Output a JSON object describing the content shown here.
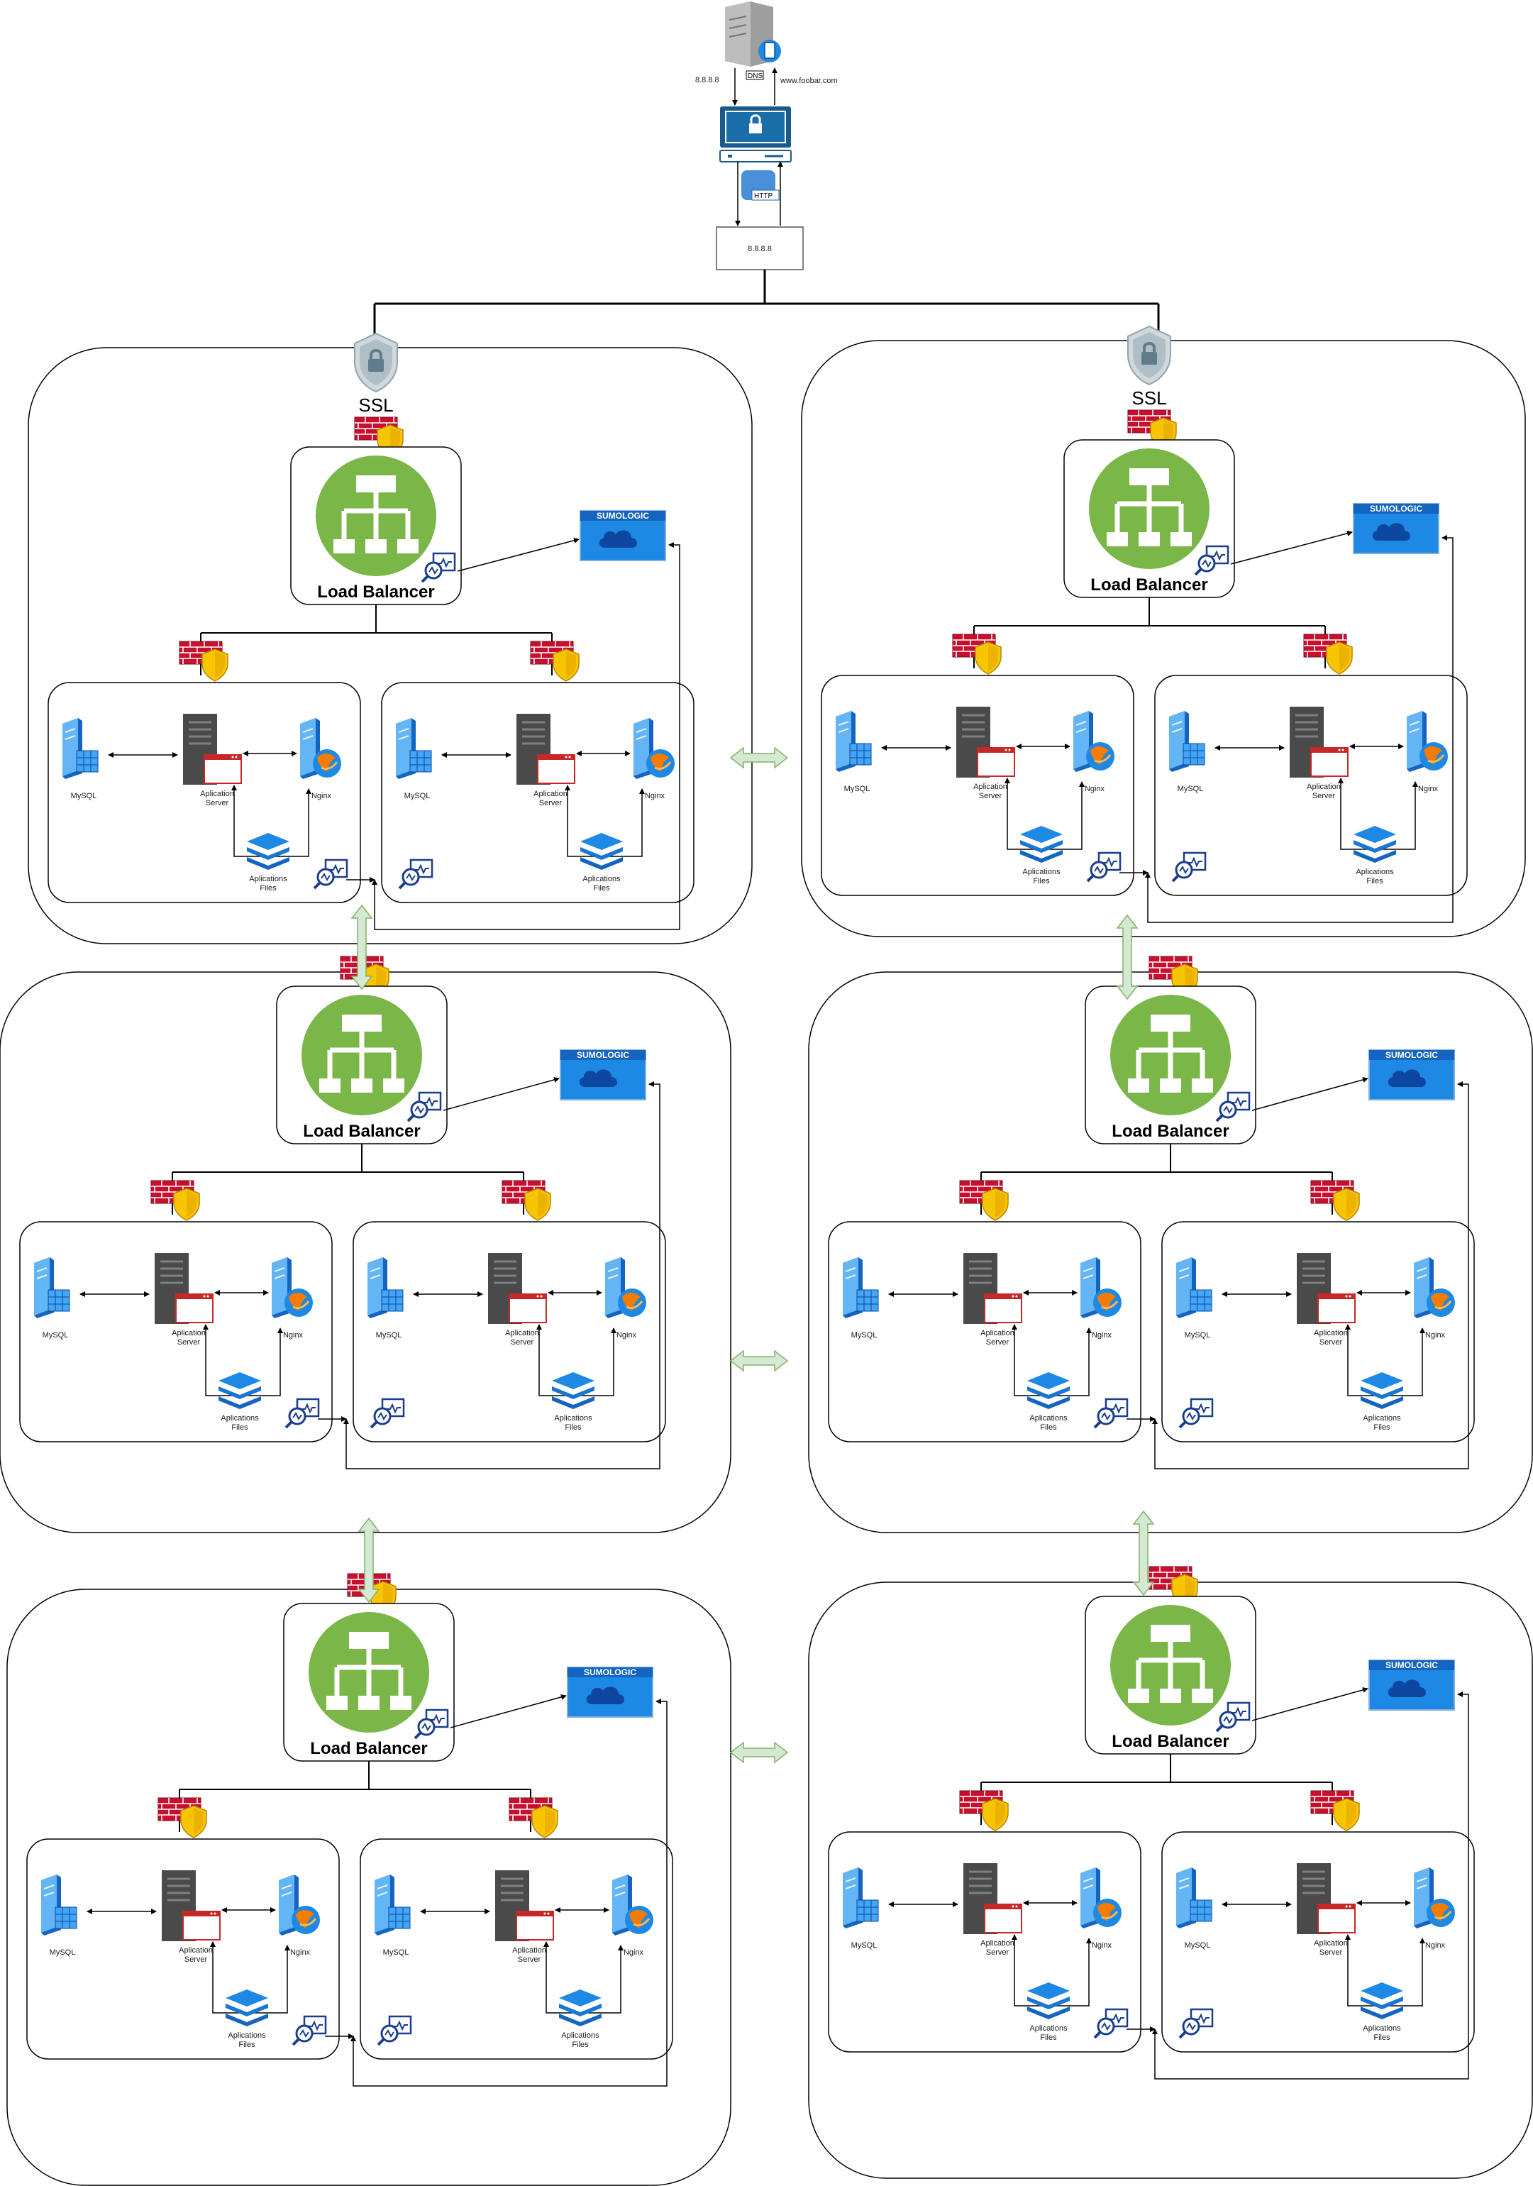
{
  "top": {
    "ip_left": "8.8.8.8",
    "dns_label": "DNS",
    "domain": "www.foobar.com",
    "http_label": "HTTP",
    "box_ip": "8.8.8.8"
  },
  "ssl_label": "SSL",
  "lb_label": "Load Balancer",
  "sumo_label": "SUMOLOGIC",
  "node": {
    "mysql_label": "MySQL",
    "app_server_label_1": "Aplication",
    "app_server_label_2": "Server",
    "nginx_label": "Nginx",
    "files_label_1": "Aplications",
    "files_label_2": "Files"
  },
  "colors": {
    "green_lb": "#7ab648",
    "sumo_blue": "#1e88e5",
    "firewall_red": "#c8102e",
    "shield_yellow": "#f7c600",
    "server_dark": "#4a4a4a",
    "bidirectional_arrow": "#d5e8d4"
  },
  "icons": [
    "server-dns-icon",
    "lock-monitor-icon",
    "http-icon",
    "ssl-shield-icon",
    "firewall-icon",
    "load-balancer-icon",
    "monitor-icon",
    "sumologic-cloud-icon",
    "mysql-server-icon",
    "app-server-icon",
    "nginx-server-icon",
    "files-stack-icon"
  ]
}
